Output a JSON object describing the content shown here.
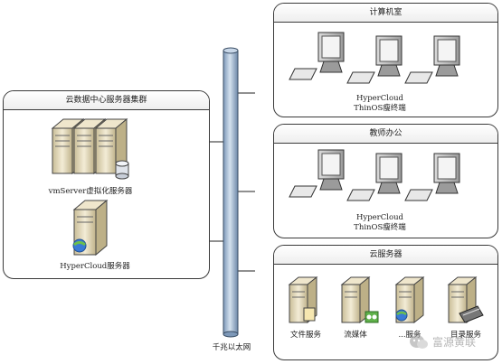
{
  "cluster": {
    "title": "云数据中心服务器集群",
    "vmserver_label": "vmServer虚拟化服务器",
    "hypercloud_label": "HyperCloud服务器"
  },
  "lab": {
    "title": "计算机室",
    "line1": "HyperCloud",
    "line2": "ThinOS瘦终端"
  },
  "office": {
    "title": "教师办公",
    "line1": "HyperCloud",
    "line2": "ThinOS瘦终端"
  },
  "cloud": {
    "title": "云服务器",
    "services": [
      "文件服务",
      "流媒体",
      "...服务",
      "目录服务"
    ]
  },
  "network": {
    "label": "千兆以太网"
  },
  "watermark": {
    "text": "富源黄联"
  },
  "colors": {
    "pipe": "#a9bfd6",
    "border": "#3a3a3a",
    "server": "#e8dfc3"
  }
}
